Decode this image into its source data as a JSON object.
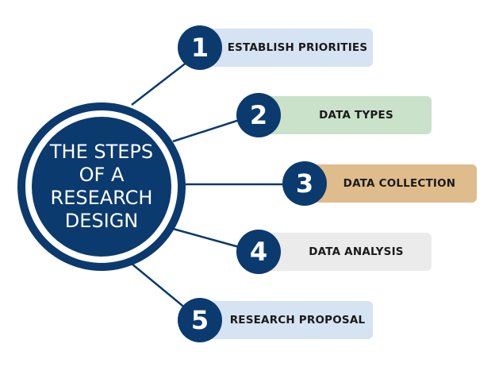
{
  "hub": {
    "lines": [
      "THE STEPS",
      "OF A",
      "RESEARCH",
      "DESIGN"
    ]
  },
  "steps": [
    {
      "number": "1",
      "label": "ESTABLISH PRIORITIES",
      "color": "#d6e3f2"
    },
    {
      "number": "2",
      "label": "DATA TYPES",
      "color": "#c9e2c9"
    },
    {
      "number": "3",
      "label": "DATA COLLECTION",
      "color": "#dfbc8c"
    },
    {
      "number": "4",
      "label": "DATA ANALYSIS",
      "color": "#ebebeb"
    },
    {
      "number": "5",
      "label": "RESEARCH PROPOSAL",
      "color": "#d6e3f2"
    }
  ],
  "colors": {
    "navy": "#0b3a6e"
  }
}
